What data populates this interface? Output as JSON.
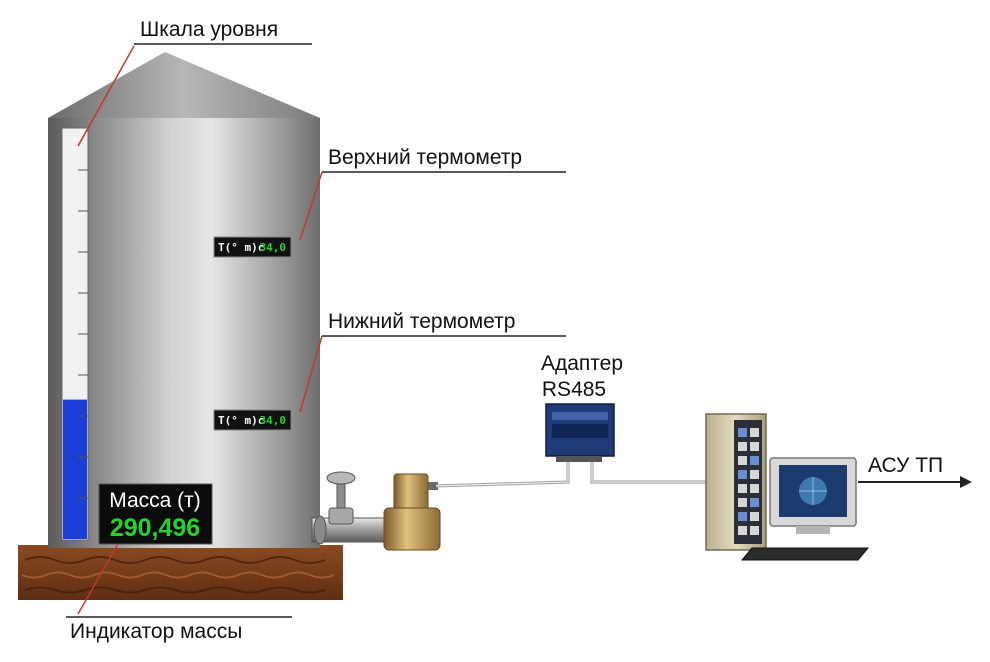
{
  "labels": {
    "level_scale": "Шкала уровня",
    "upper_thermometer": "Верхний термометр",
    "lower_thermometer": "Нижний термометр",
    "adapter_line1": "Адаптер",
    "adapter_line2": "RS485",
    "acs": "АСУ ТП",
    "mass_indicator": "Индикатор массы"
  },
  "upper_display": {
    "label": "T(° m)c",
    "value": "34,0"
  },
  "lower_display": {
    "label": "T(° m)c",
    "value": "34,0"
  },
  "mass_display": {
    "title": "Масса (т)",
    "value": "290,496"
  },
  "level_scale": {
    "fill_fraction": 0.34
  },
  "colors": {
    "accent_green": "#27d32a",
    "level_blue": "#1a3fd6",
    "leader_red": "#c0392b"
  }
}
